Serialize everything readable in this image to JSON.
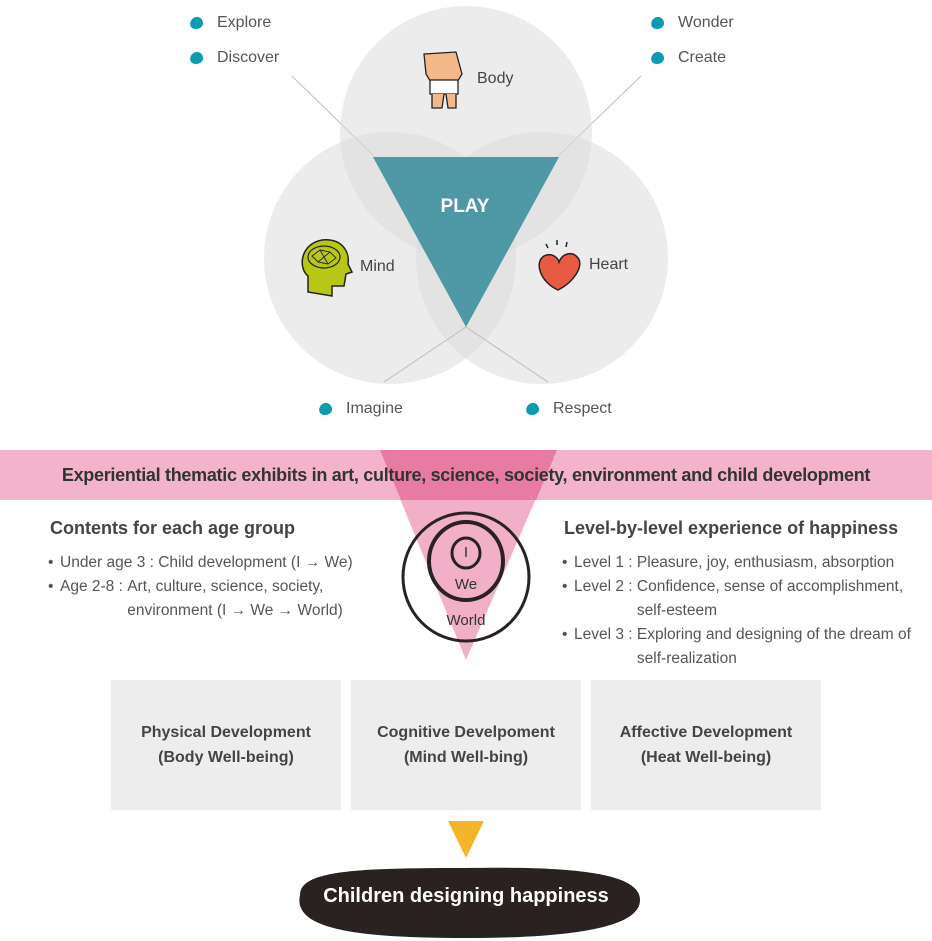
{
  "venn": {
    "circles": [
      {
        "label": "Body",
        "icon": "child-body-icon"
      },
      {
        "label": "Mind",
        "icon": "head-brain-icon"
      },
      {
        "label": "Heart",
        "icon": "heart-icon"
      }
    ],
    "center_label": "PLAY",
    "tags_top_left": [
      "Explore",
      "Discover"
    ],
    "tags_top_right": [
      "Wonder",
      "Create"
    ],
    "tags_bottom": [
      "Imagine",
      "Respect"
    ]
  },
  "banner": {
    "text": "Experiential thematic exhibits in art, culture, science, society, environment and child development"
  },
  "age_group": {
    "title": "Contents for each age group",
    "items": [
      {
        "key": "Under age 3 : ",
        "value": "Child development (I → We)"
      },
      {
        "key": "Age 2-8 : ",
        "value": "Art, culture, science, society, environment (I → We → World)"
      }
    ]
  },
  "rings": {
    "inner": "I",
    "middle": "We",
    "outer": "World"
  },
  "happiness_levels": {
    "title": "Level-by-level experience of happiness",
    "items": [
      {
        "key": "Level 1 : ",
        "value": "Pleasure, joy, enthusiasm, absorption"
      },
      {
        "key": "Level 2 : ",
        "value": "Confidence, sense of accomplishment, self-esteem"
      },
      {
        "key": "Level 3 : ",
        "value": "Exploring and designing of the dream of self-realization"
      }
    ]
  },
  "development_boxes": [
    {
      "line1": "Physical Development",
      "line2": "(Body Well-being)"
    },
    {
      "line1": "Cognitive Develpoment",
      "line2": "(Mind Well-bing)"
    },
    {
      "line1": "Affective Development",
      "line2": "(Heat Well-being)"
    }
  ],
  "result": {
    "text": "Children designing happiness"
  },
  "colors": {
    "teal_triangle": "#3f8fa0",
    "tag_dot": "#0c9cb2",
    "circle_fill": "#e6e6e6",
    "banner_pink": "#f2b3cb",
    "banner_dark_pink": "#e87ba2",
    "arrow_yellow": "#f5b52a",
    "final_dark": "#2a2220"
  }
}
